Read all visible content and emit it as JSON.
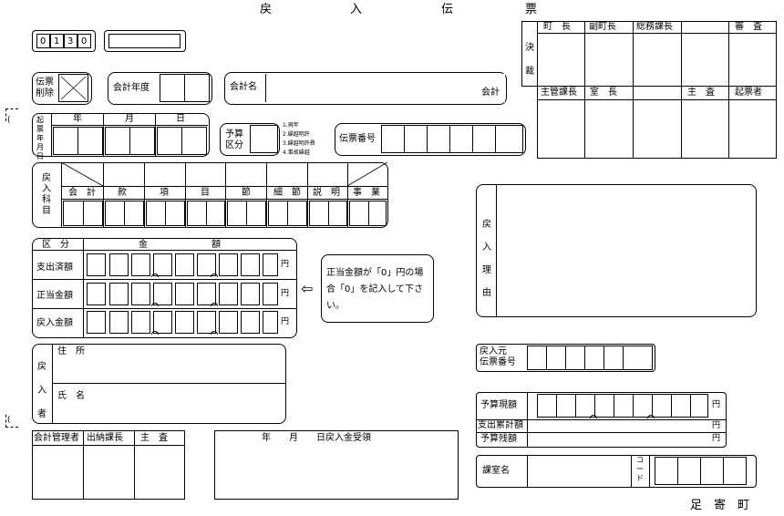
{
  "form_title": [
    "戻",
    "入",
    "伝",
    "票"
  ],
  "top_code": [
    "0",
    "1",
    "3",
    "0"
  ],
  "approval": {
    "kessai": "決裁",
    "top_headers": [
      "町　長",
      "副町長",
      "総務課長",
      "",
      "審　査"
    ],
    "bottom_headers": [
      "主管課長",
      "室　長",
      "",
      "主　査",
      "起票者"
    ]
  },
  "delete_label": "伝票\n削除",
  "fiscal_year_label": "会計年度",
  "account_name_label": "会計名",
  "account_suffix": "会計",
  "date_block": {
    "side_label": "起票年月日",
    "headers": [
      "年",
      "月",
      "日"
    ]
  },
  "budget_class": {
    "label": "予算\n区分",
    "options": [
      "1.現年",
      "2.繰越明許",
      "3.繰越明許費",
      "4.事故繰越"
    ]
  },
  "voucher_no_label": "伝票番号",
  "subject_block": {
    "side_label": "戻入科目",
    "headers": [
      "会　計",
      "款",
      "項",
      "目",
      "節",
      "細　節",
      "説　明",
      "事　業"
    ]
  },
  "amount_table": {
    "headers": [
      "区　分",
      "金　　　　　　　額"
    ],
    "rows": [
      "支出済額",
      "正当金額",
      "戻入金額"
    ],
    "unit": "円"
  },
  "note": "正当金額が「0」円の場合「0」を記入して下さい。",
  "arrow": "⇦",
  "reason_label": "戻入理由",
  "payer": {
    "side_label": "戻入者",
    "address_label": "住　所",
    "name_label": "氏　名"
  },
  "orig_voucher_label": "戻入元\n伝票番号",
  "budget_amounts": {
    "rows": [
      "予算現額",
      "支出累計額",
      "予算残額"
    ],
    "unit": "円"
  },
  "bottom_sign_headers": [
    "会計管理者",
    "出納課長",
    "主　査"
  ],
  "receipt_label": "年　　月　　日戻入金受領",
  "dept_label": "課室名",
  "code_label": "コード",
  "town_name": "足　寄　町"
}
